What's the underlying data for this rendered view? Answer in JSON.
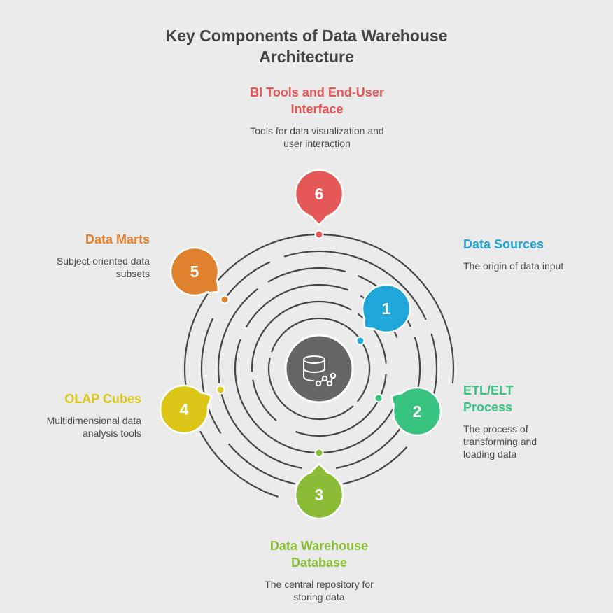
{
  "title_line1": "Key Components of Data Warehouse",
  "title_line2": "Architecture",
  "center_icon": "database-network-icon",
  "components": [
    {
      "number": "1",
      "title": "Data Sources",
      "description": "The origin of data input",
      "color": "#1ea7d8"
    },
    {
      "number": "2",
      "title": "ETL/ELT Process",
      "description": "The process of transforming and loading data",
      "color": "#38c381"
    },
    {
      "number": "3",
      "title": "Data Warehouse Database",
      "description": "The central repository for storing data",
      "color": "#8bbc36"
    },
    {
      "number": "4",
      "title": "OLAP Cubes",
      "description": "Multidimensional data analysis tools",
      "color": "#dcc718"
    },
    {
      "number": "5",
      "title": "Data Marts",
      "description": "Subject-oriented data subsets",
      "color": "#e0812e"
    },
    {
      "number": "6",
      "title": "BI Tools and End-User Interface",
      "description": "Tools for data visualization and user interaction",
      "color": "#e45858"
    }
  ],
  "colors": {
    "background": "#ebebeb",
    "ring": "#454545",
    "center": "#666666",
    "title": "#434343"
  }
}
